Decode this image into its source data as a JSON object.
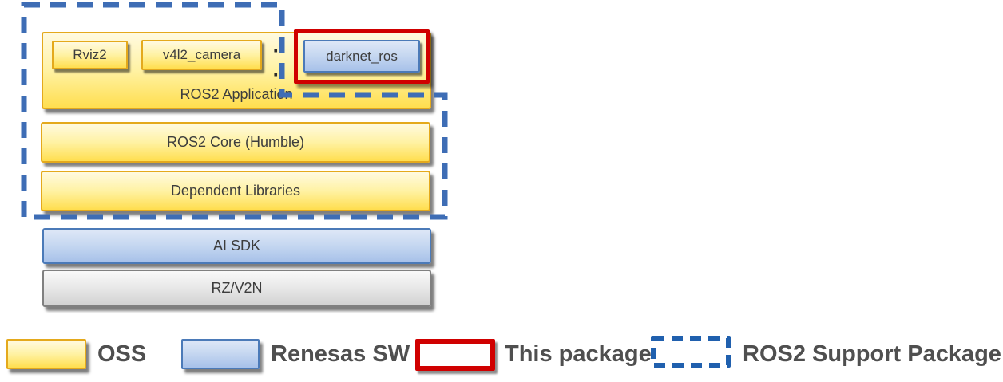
{
  "diagram": {
    "app_stack": {
      "label": "ROS2 Application",
      "ellipsis": "· ·",
      "packages": [
        {
          "label": "Rviz2",
          "type": "oss"
        },
        {
          "label": "v4l2_camera",
          "type": "oss"
        },
        {
          "label": "darknet_ros",
          "type": "renesas-sw",
          "highlighted": true
        }
      ]
    },
    "layers": [
      {
        "label": "ROS2 Core (Humble)",
        "type": "oss"
      },
      {
        "label": "Dependent Libraries",
        "type": "oss"
      },
      {
        "label": "AI SDK",
        "type": "renesas-sw"
      },
      {
        "label": "RZ/V2N",
        "type": "hardware"
      }
    ],
    "support_package_outline": "ROS2 Support Package boundary (dashed)"
  },
  "legend": {
    "items": [
      {
        "label": "OSS",
        "swatch": "oss"
      },
      {
        "label": "Renesas SW",
        "swatch": "renesas-sw"
      },
      {
        "label": "This package",
        "swatch": "red-outline"
      },
      {
        "label": "ROS2 Support Package",
        "swatch": "blue-dashed-outline"
      }
    ]
  },
  "colors": {
    "oss_fill_top": "#FFFAE0",
    "oss_fill_bottom": "#FFDE4F",
    "oss_border": "#E4A91C",
    "renesas_fill_top": "#DEE7F7",
    "renesas_fill_bottom": "#A7C1E9",
    "renesas_border": "#4B7AB8",
    "hardware_fill_top": "#F9F9F9",
    "hardware_fill_bottom": "#D2D2D2",
    "hardware_border": "#808080",
    "highlight_red": "#D00000",
    "support_dash_blue": "#3E6DB5",
    "legend_dash_blue": "#2060AE",
    "box_text": "#3D3D3D",
    "legend_text": "#4F4F4F"
  }
}
